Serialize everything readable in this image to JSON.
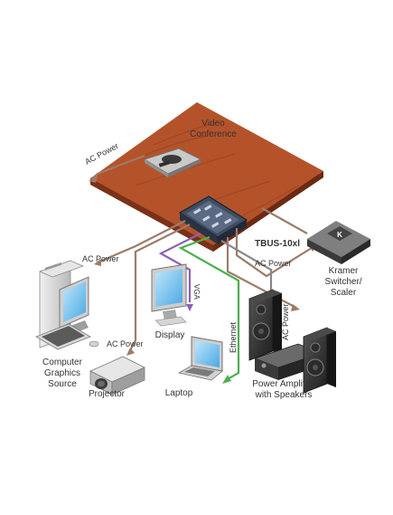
{
  "labels": {
    "video_conference_line1": "Video",
    "video_conference_line2": "Conference",
    "ac_power_top": "AC Power",
    "ac_power_left": "AC Power",
    "ac_power_mid": "AC Power",
    "ac_power_projector": "AC Power",
    "ac_power_speakers": "AC Power",
    "tbus": "TBUS-10xl",
    "kramer_line1": "Kramer",
    "kramer_line2": "Switcher/",
    "kramer_line3": "Scaler",
    "vga": "VGA",
    "ethernet": "Ethernet",
    "display": "Display",
    "computer_line1": "Computer",
    "computer_line2": "Graphics",
    "computer_line3": "Source",
    "projector": "Projector",
    "laptop": "Laptop",
    "amp_line1": "Power Amplifier",
    "amp_line2": "with Speakers",
    "kramer_logo": "K"
  },
  "colors": {
    "table": "#b4532a",
    "ac_cable": "#9c7b6a",
    "vga_cable": "#8a63b5",
    "ethernet_cable": "#4caf50",
    "audio_cable": "#888888"
  }
}
